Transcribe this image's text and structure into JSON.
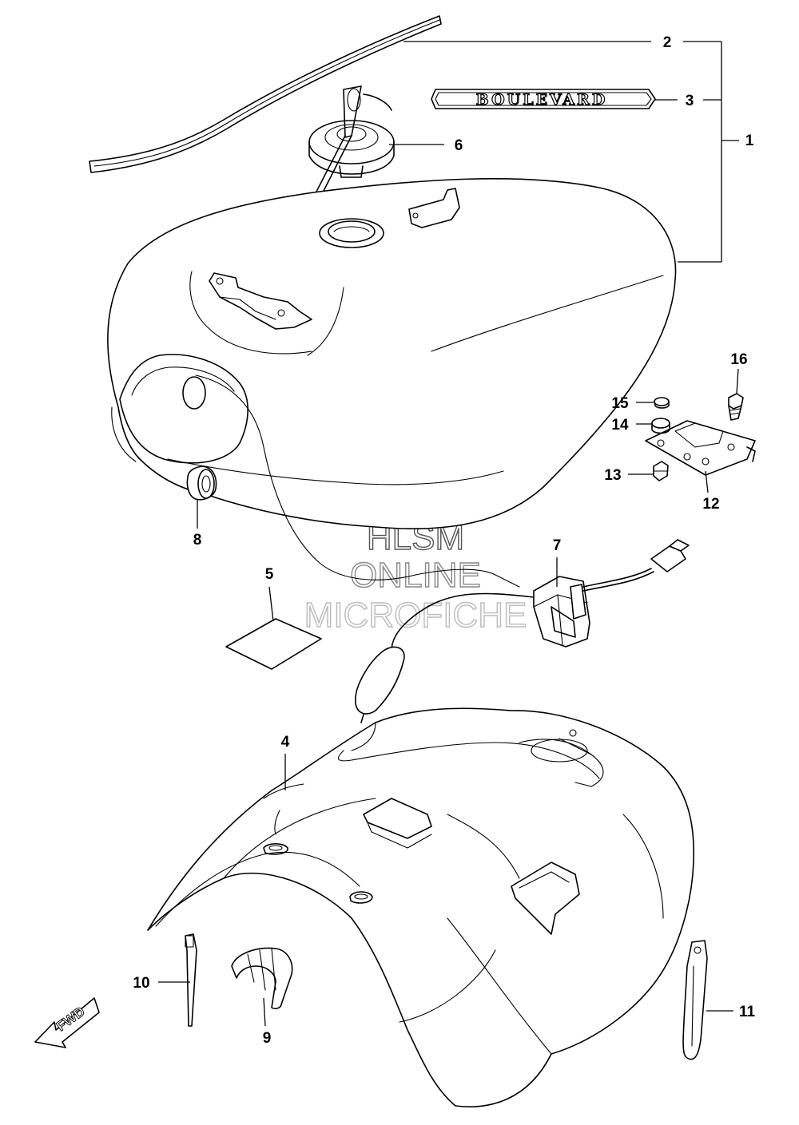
{
  "emblem": {
    "text": "BOULEVARD"
  },
  "direction_marker": {
    "text": "FWD",
    "icon": "fwd-arrow-icon"
  },
  "watermark": {
    "lines": [
      "HLSM",
      "ONLINE",
      "MICROFICHE"
    ]
  },
  "callouts": [
    {
      "id": "1",
      "label": "1"
    },
    {
      "id": "2",
      "label": "2"
    },
    {
      "id": "3",
      "label": "3"
    },
    {
      "id": "4",
      "label": "4"
    },
    {
      "id": "5",
      "label": "5"
    },
    {
      "id": "6",
      "label": "6"
    },
    {
      "id": "7",
      "label": "7"
    },
    {
      "id": "8",
      "label": "8"
    },
    {
      "id": "9",
      "label": "9"
    },
    {
      "id": "10",
      "label": "10"
    },
    {
      "id": "11",
      "label": "11"
    },
    {
      "id": "12",
      "label": "12"
    },
    {
      "id": "13",
      "label": "13"
    },
    {
      "id": "14",
      "label": "14"
    },
    {
      "id": "15",
      "label": "15"
    },
    {
      "id": "16",
      "label": "16"
    }
  ]
}
